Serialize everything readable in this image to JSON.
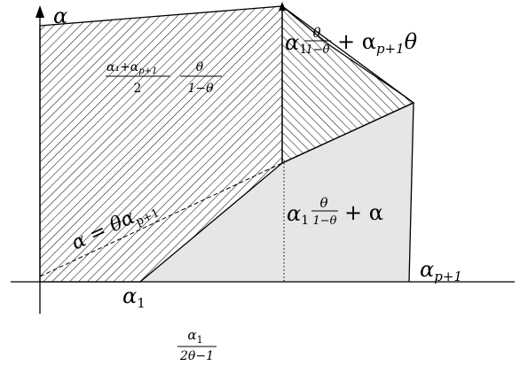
{
  "labels": {
    "alpha": "α",
    "alpha_1": "α",
    "alpha_1_sub": "1",
    "alpha_p1": "α",
    "alpha_p1_sub": "p+1",
    "plus": "+",
    "theta": "θ",
    "one_minus_theta": "1−θ",
    "top_right_alpha": "α",
    "top_right_alpha_sub": "1",
    "top_right_tail": "+ α",
    "top_right_tail_sub": "p+1",
    "top_right_tail_theta": "θ",
    "mid_right_alpha": "α",
    "mid_right_alpha_sub": "1",
    "mid_right_tail": "+ α",
    "left_frac_num": "α₁+α",
    "left_frac_num_sub": "p+1",
    "left_frac_den": "2",
    "left_frac2_num": "θ",
    "left_frac2_den": "1−θ",
    "diag_label": "α = θα",
    "diag_label_sub": "p+1",
    "bottom_frac_num": "α",
    "bottom_frac_num_sub": "1",
    "bottom_frac_den": "2θ−1"
  },
  "colors": {
    "stroke": "#000000",
    "shade": "#e6e6e6",
    "hatch": "#000000"
  }
}
